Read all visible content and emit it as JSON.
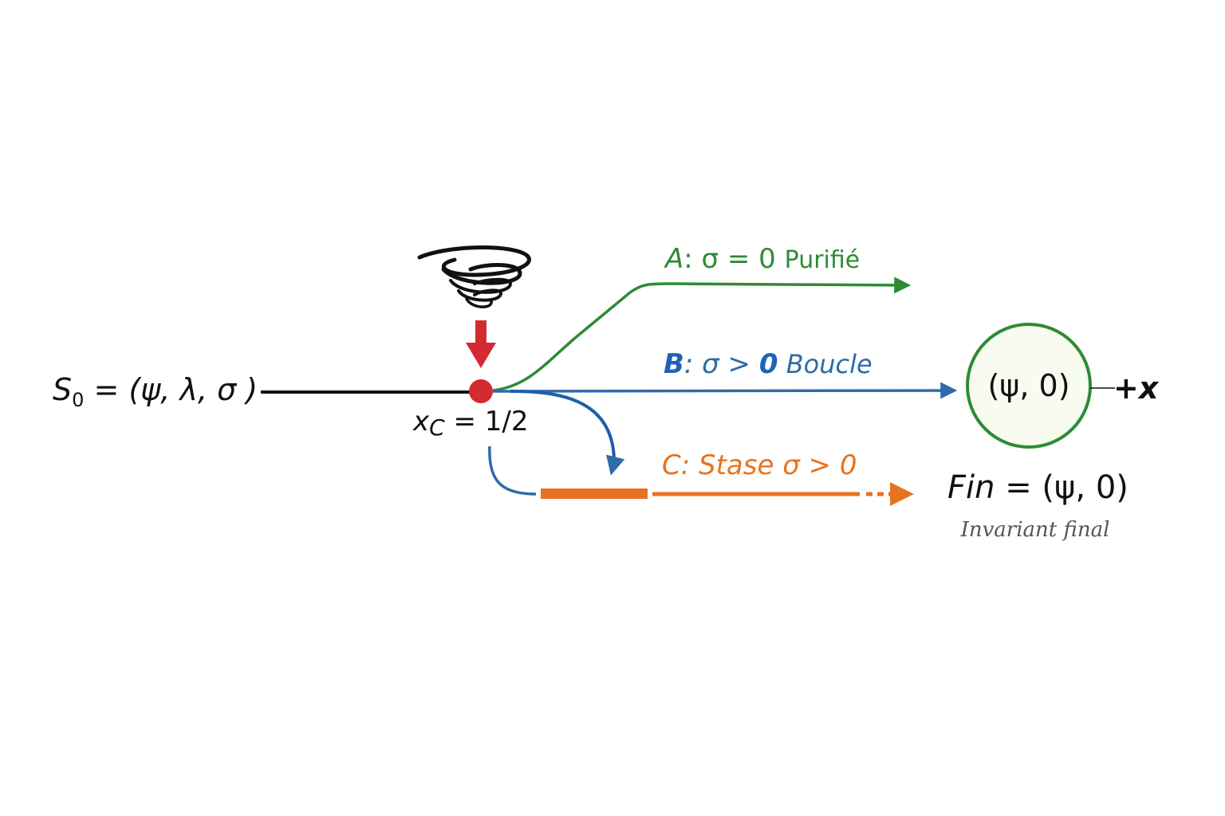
{
  "colors": {
    "main_line": "#111111",
    "critical_point": "#d42a32",
    "path_a": "#2e8b34",
    "path_b": "#2e6ca8",
    "path_b_label": "#1f63b8",
    "path_c": "#e8731f",
    "final_node_stroke": "#2e8b34",
    "final_node_fill": "#f8fbef",
    "subtitle": "#555555"
  },
  "initial_state": {
    "symbol": "S",
    "subscript": "0",
    "expression": " = (ψ, λ, σ )"
  },
  "critical_point": {
    "variable": "x",
    "subscript": "C",
    "expression": " = 1/2"
  },
  "disturbance_icon": "tornado-icon",
  "paths": {
    "a": {
      "prefix": "A",
      "condition": ": σ = 0 ",
      "name": "Purifié"
    },
    "b": {
      "prefix": "B",
      "condition": ": σ > ",
      "bold_value": "0",
      "name": " Boucle"
    },
    "c": {
      "prefix": "C",
      "condition": ": Stase σ > 0"
    }
  },
  "final_node": {
    "label": "(ψ, 0)",
    "extension": "+x"
  },
  "final_state": {
    "symbol": "Fin",
    "expression": " = (ψ, 0)",
    "caption": "Invariant final"
  }
}
